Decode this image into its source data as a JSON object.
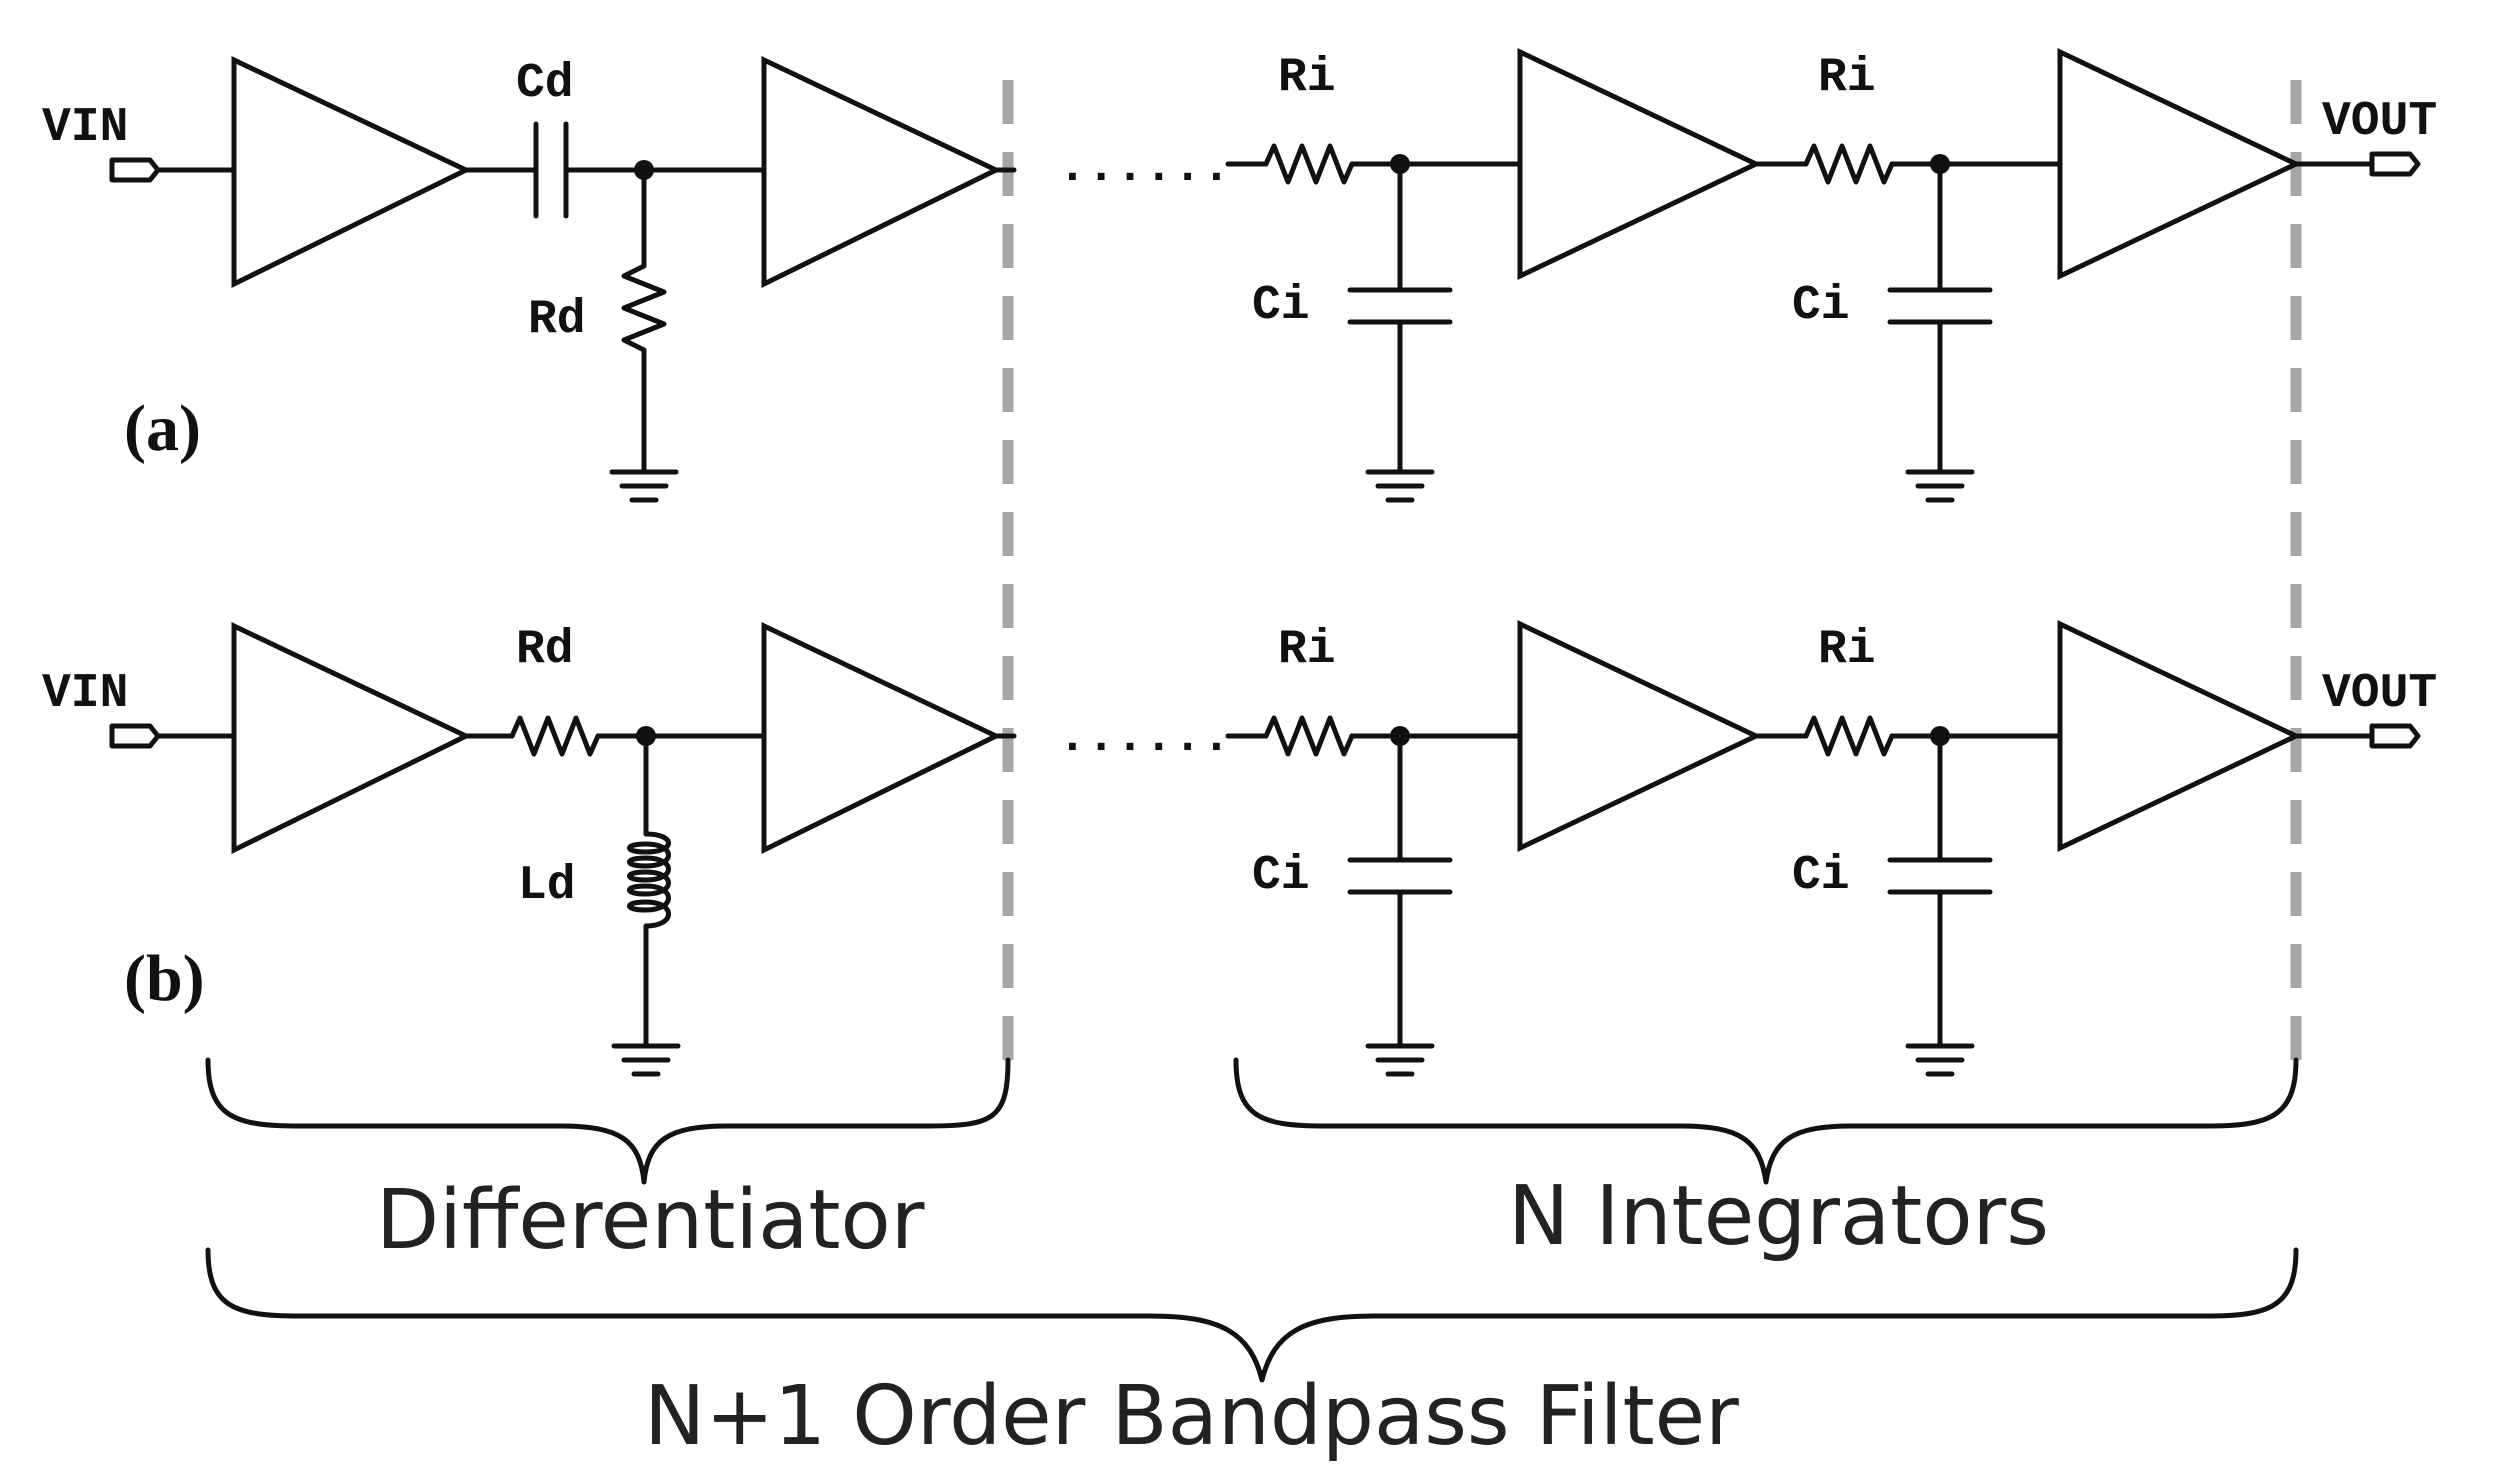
{
  "row_a": {
    "tag": "(a)",
    "vin": "VIN",
    "vout": "VOUT",
    "cd": "Cd",
    "rd": "Rd",
    "ri1": "Ri",
    "ri2": "Ri",
    "ci1": "Ci",
    "ci2": "Ci",
    "ellipsis": "......"
  },
  "row_b": {
    "tag": "(b)",
    "vin": "VIN",
    "vout": "VOUT",
    "rd": "Rd",
    "ld": "Ld",
    "ri1": "Ri",
    "ri2": "Ri",
    "ci1": "Ci",
    "ci2": "Ci",
    "ellipsis": "......"
  },
  "braces": {
    "differentiator": "Differentiator",
    "integrators": "N Integrators",
    "filter": "N+1 Order Bandpass Filter"
  }
}
